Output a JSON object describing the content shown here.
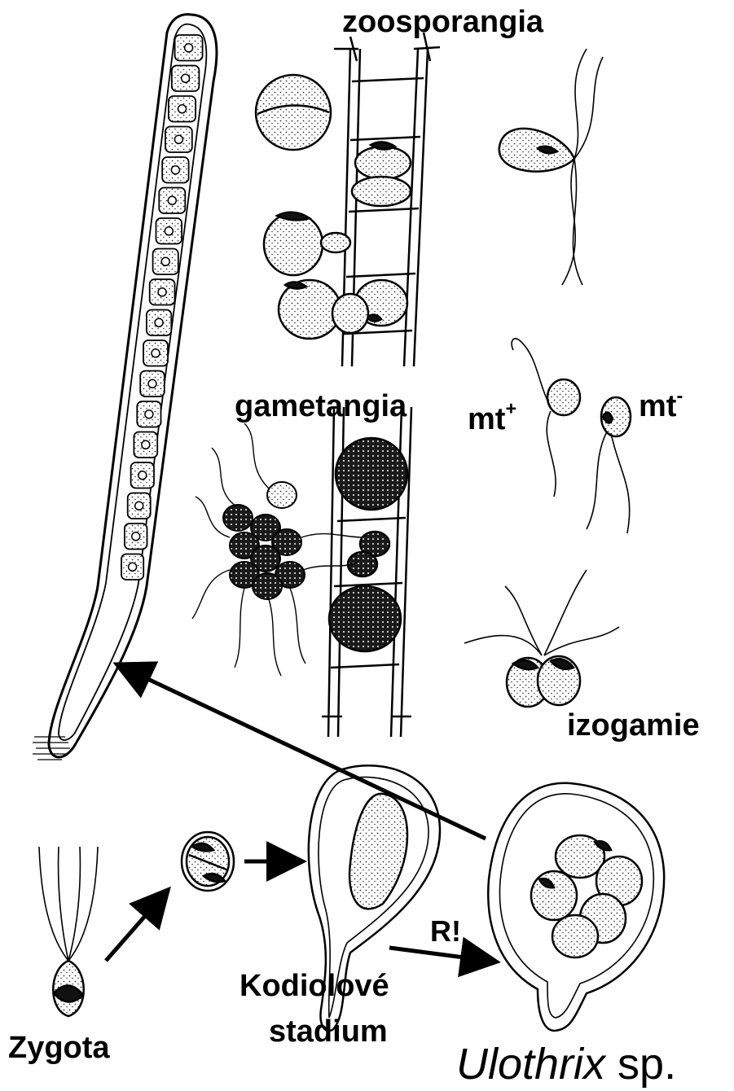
{
  "labels": {
    "zoosporangia": "zoosporangia",
    "gametangia": "gametangia",
    "mt_plus_base": "mt",
    "mt_plus_sup": "+",
    "mt_minus_base": "mt",
    "mt_minus_sup": "-",
    "izogamie": "izogamie",
    "r_mark": "R!",
    "kodiolove_line1": "Kodiolové",
    "kodiolove_line2": "stadium",
    "zygota": "Zygota",
    "genus": "Ulothrix",
    "species_suffix": " sp."
  },
  "colors": {
    "ink": "#000000",
    "paper": "#ffffff",
    "stipple": "#555555",
    "dark_fill": "#1a1a1a"
  }
}
